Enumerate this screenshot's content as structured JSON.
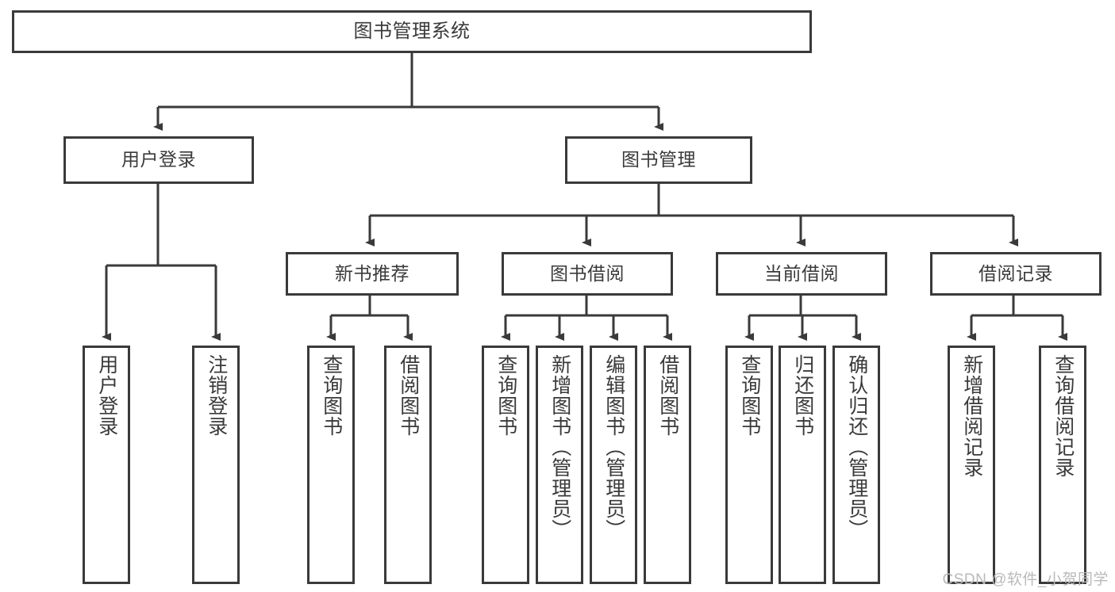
{
  "diagram": {
    "title": "图书管理系统",
    "root": {
      "id": "root",
      "label": "图书管理系统"
    },
    "level2": [
      {
        "id": "user-login",
        "label": "用户登录"
      },
      {
        "id": "book-management",
        "label": "图书管理"
      }
    ],
    "level3": [
      {
        "id": "new-book-recommend",
        "label": "新书推荐"
      },
      {
        "id": "book-borrow",
        "label": "图书借阅"
      },
      {
        "id": "current-borrow",
        "label": "当前借阅"
      },
      {
        "id": "borrow-record",
        "label": "借阅记录"
      }
    ],
    "leaves": {
      "user_login": [
        {
          "id": "leaf-user-login",
          "label": "用户登录"
        },
        {
          "id": "leaf-logout-login",
          "label": "注销登录"
        }
      ],
      "new_book_recommend": [
        {
          "id": "leaf-query-book-1",
          "label": "查询图书"
        },
        {
          "id": "leaf-borrow-book-1",
          "label": "借阅图书"
        }
      ],
      "book_borrow": [
        {
          "id": "leaf-query-book-2",
          "label": "查询图书"
        },
        {
          "id": "leaf-add-book",
          "label": "新增图书（管理员）"
        },
        {
          "id": "leaf-edit-book",
          "label": "编辑图书（管理员）"
        },
        {
          "id": "leaf-borrow-book-2",
          "label": "借阅图书"
        }
      ],
      "current_borrow": [
        {
          "id": "leaf-query-book-3",
          "label": "查询图书"
        },
        {
          "id": "leaf-return-book",
          "label": "归还图书"
        },
        {
          "id": "leaf-confirm-return",
          "label": "确认归还（管理员）"
        }
      ],
      "borrow_record": [
        {
          "id": "leaf-add-record",
          "label": "新增借阅记录"
        },
        {
          "id": "leaf-query-record",
          "label": "查询借阅记录"
        }
      ]
    },
    "watermark": "CSDN @软件_小贺同学",
    "colors": {
      "stroke": "#3a3a3a",
      "background": "#ffffff",
      "text": "#3a3a3a",
      "watermark": "#b9b9b9"
    }
  }
}
